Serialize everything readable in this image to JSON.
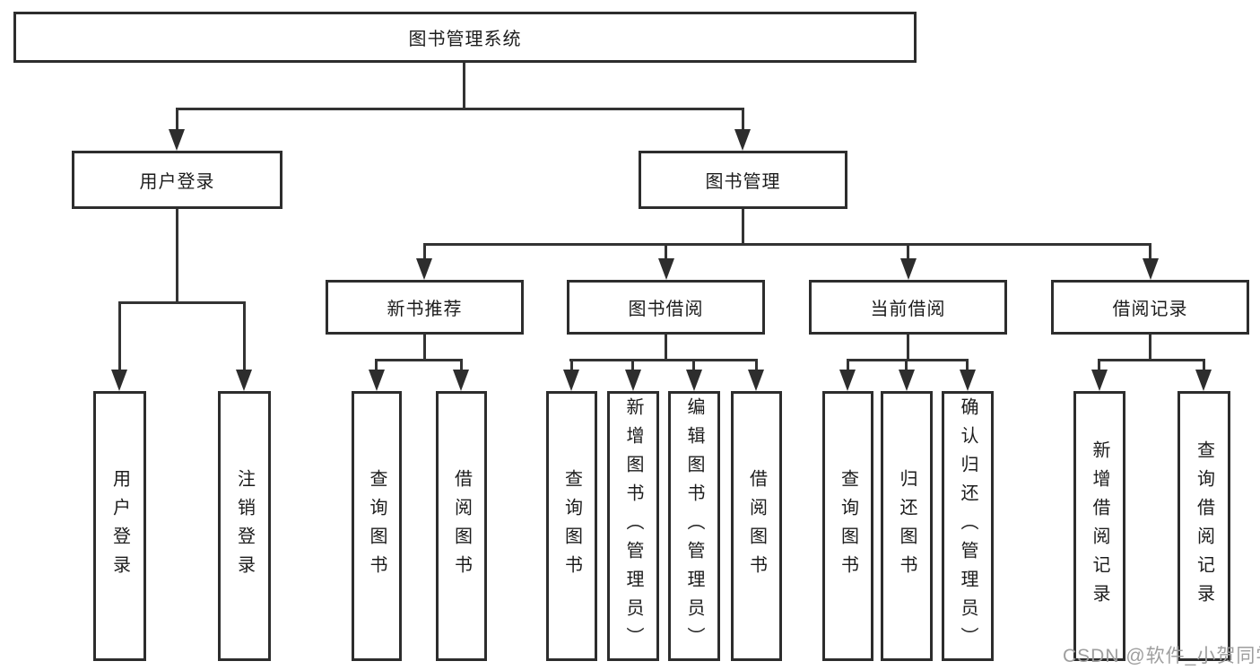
{
  "tree": {
    "label": "图书管理系统",
    "children": [
      {
        "label": "用户登录",
        "children": [
          {
            "label": "用户登录"
          },
          {
            "label": "注销登录"
          }
        ]
      },
      {
        "label": "图书管理",
        "children": [
          {
            "label": "新书推荐",
            "children": [
              {
                "label": "查询图书"
              },
              {
                "label": "借阅图书"
              }
            ]
          },
          {
            "label": "图书借阅",
            "children": [
              {
                "label": "查询图书"
              },
              {
                "label": "新增图书（管理员）"
              },
              {
                "label": "编辑图书（管理员）"
              },
              {
                "label": "借阅图书"
              }
            ]
          },
          {
            "label": "当前借阅",
            "children": [
              {
                "label": "查询图书"
              },
              {
                "label": "归还图书"
              },
              {
                "label": "确认归还（管理员）"
              }
            ]
          },
          {
            "label": "借阅记录",
            "children": [
              {
                "label": "新增借阅记录"
              },
              {
                "label": "查询借阅记录"
              }
            ]
          }
        ]
      }
    ]
  },
  "watermark": {
    "text": "CSDN @软件_小贺同学"
  },
  "colors": {
    "line": "#333333",
    "border": "#2d2d2d",
    "text": "#1c1c1c",
    "watermark": "#9e9e9e",
    "background": "#ffffff"
  }
}
